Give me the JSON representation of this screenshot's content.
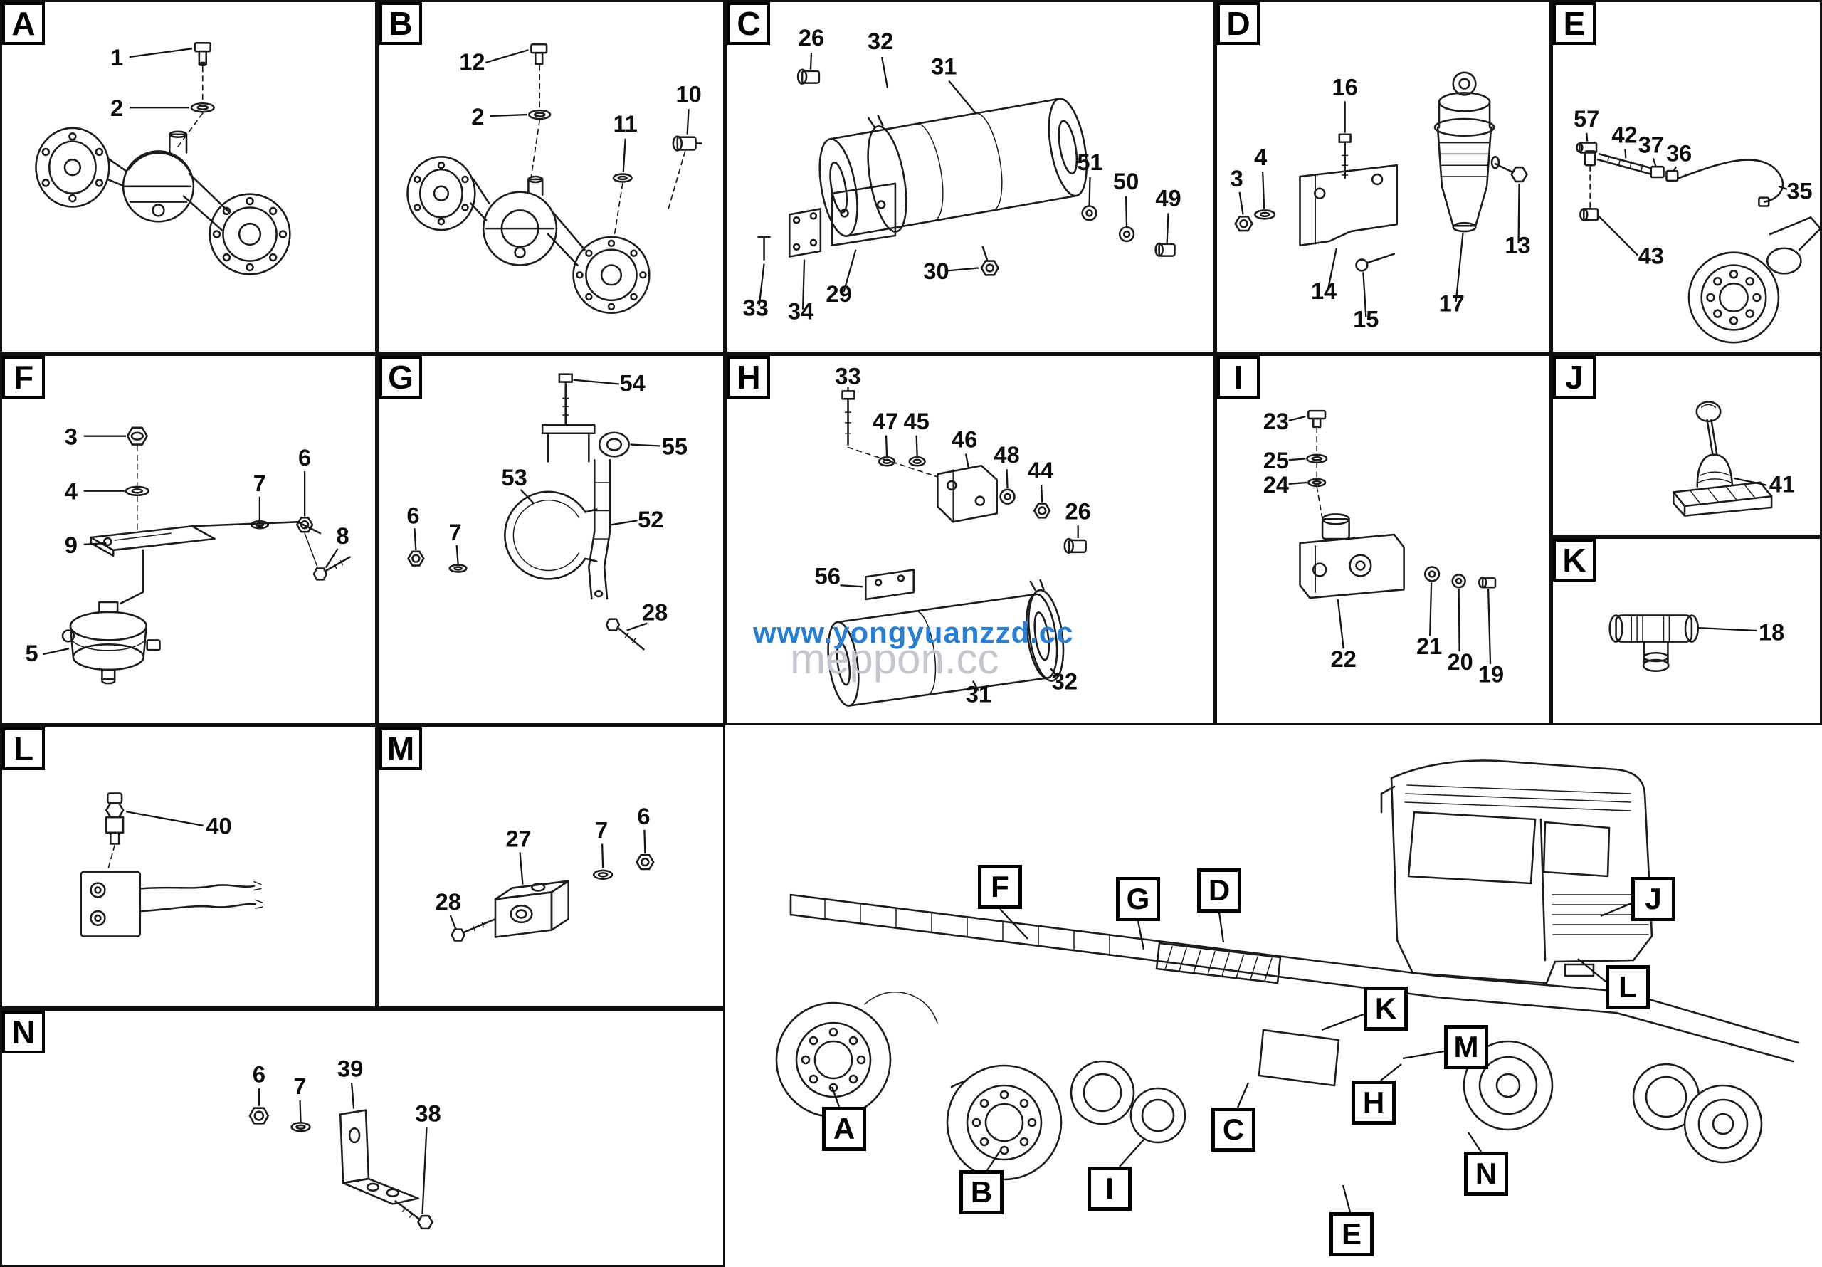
{
  "watermark": {
    "primary": "www.yongyuanzzd.cc",
    "secondary": "meppon.cc",
    "primary_color": "#2b7fd0",
    "secondary_color": "#c2c7ce"
  },
  "panels": {
    "A": {
      "letter": "A",
      "nums": {
        "1": "1",
        "2": "2"
      }
    },
    "B": {
      "letter": "B",
      "nums": {
        "12": "12",
        "2": "2",
        "11": "11",
        "10": "10"
      }
    },
    "C": {
      "letter": "C",
      "nums": {
        "26": "26",
        "32": "32",
        "31": "31",
        "51": "51",
        "50": "50",
        "49": "49",
        "33": "33",
        "34": "34",
        "29": "29",
        "30": "30"
      }
    },
    "D": {
      "letter": "D",
      "nums": {
        "16": "16",
        "3": "3",
        "4": "4",
        "14": "14",
        "15": "15",
        "17": "17",
        "13": "13"
      }
    },
    "E": {
      "letter": "E",
      "nums": {
        "57": "57",
        "42": "42",
        "37": "37",
        "36": "36",
        "35": "35",
        "43": "43"
      }
    },
    "F": {
      "letter": "F",
      "nums": {
        "3": "3",
        "4": "4",
        "9": "9",
        "7": "7",
        "6": "6",
        "8": "8",
        "5": "5"
      }
    },
    "G": {
      "letter": "G",
      "nums": {
        "54": "54",
        "55": "55",
        "53": "53",
        "6": "6",
        "7": "7",
        "52": "52",
        "28": "28"
      }
    },
    "H": {
      "letter": "H",
      "nums": {
        "33": "33",
        "47": "47",
        "45": "45",
        "46": "46",
        "48": "48",
        "44": "44",
        "26": "26",
        "56": "56",
        "32": "32",
        "31": "31"
      }
    },
    "I": {
      "letter": "I",
      "nums": {
        "23": "23",
        "25": "25",
        "24": "24",
        "22": "22",
        "21": "21",
        "20": "20",
        "19": "19"
      }
    },
    "J": {
      "letter": "J",
      "nums": {
        "41": "41"
      }
    },
    "K": {
      "letter": "K",
      "nums": {
        "18": "18"
      }
    },
    "L": {
      "letter": "L",
      "nums": {
        "40": "40"
      }
    },
    "M": {
      "letter": "M",
      "nums": {
        "27": "27",
        "7": "7",
        "6": "6",
        "28": "28"
      }
    },
    "N": {
      "letter": "N",
      "nums": {
        "6": "6",
        "7": "7",
        "39": "39",
        "38": "38"
      }
    }
  },
  "overview": {
    "tags": {
      "A": "A",
      "B": "B",
      "C": "C",
      "D": "D",
      "E": "E",
      "F": "F",
      "G": "G",
      "H": "H",
      "I": "I",
      "J": "J",
      "K": "K",
      "L": "L",
      "M": "M",
      "N": "N"
    }
  }
}
